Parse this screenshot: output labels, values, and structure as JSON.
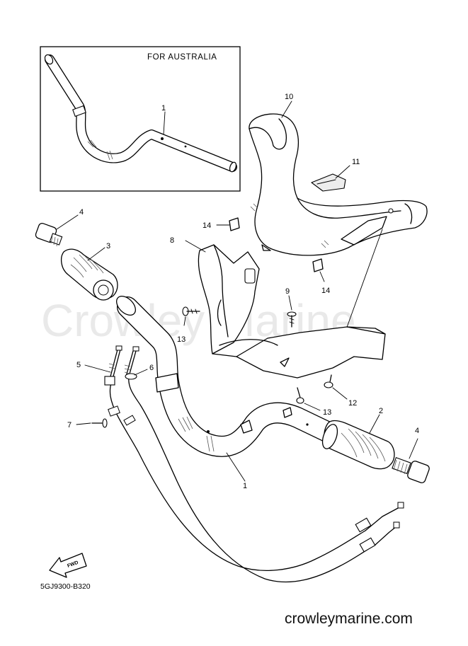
{
  "inset": {
    "title": "FOR AUSTRALIA",
    "callout": "1"
  },
  "callouts": {
    "c1": "1",
    "c2": "2",
    "c3": "3",
    "c4a": "4",
    "c4b": "4",
    "c5": "5",
    "c6": "6",
    "c7": "7",
    "c8": "8",
    "c9": "9",
    "c10": "10",
    "c11": "11",
    "c12": "12",
    "c13a": "13",
    "c13b": "13",
    "c14a": "14",
    "c14b": "14"
  },
  "watermark": "Crowley Marine",
  "fwd_label": "FWD",
  "part_code": "5GJ9300-B320",
  "site": "crowleymarine.com",
  "colors": {
    "line": "#000000",
    "background": "#ffffff",
    "watermark": "#e9e9e9"
  }
}
